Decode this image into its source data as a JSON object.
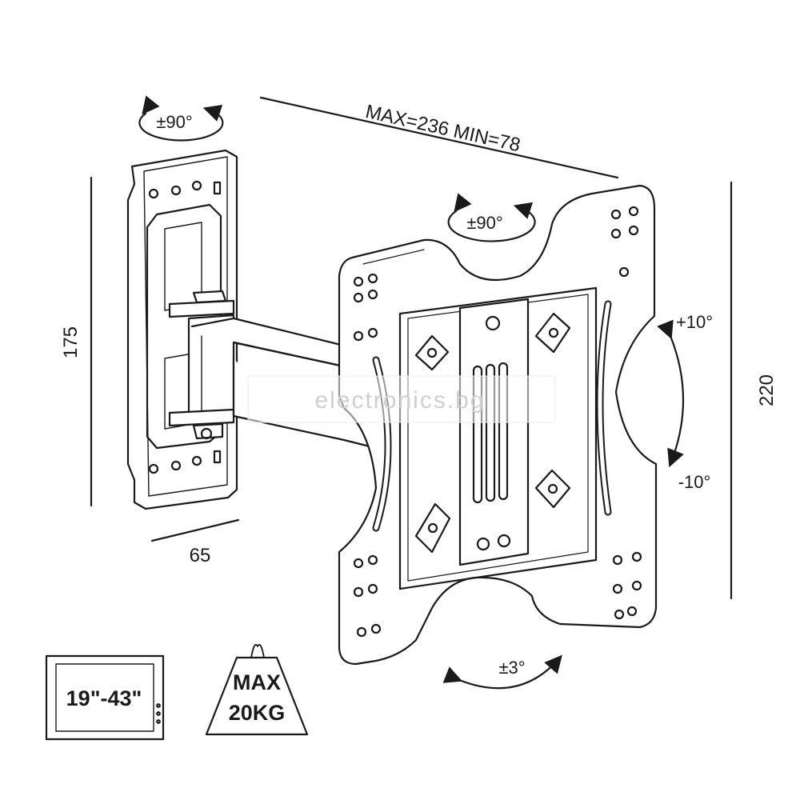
{
  "watermark": "electronics.bg",
  "dimensions": {
    "arm_extension": "MAX=236  MIN=78",
    "wall_plate_height": "175",
    "wall_plate_depth": "65",
    "tv_plate_height": "220"
  },
  "rotations": {
    "wall_swivel": "±90°",
    "plate_swivel": "±90°",
    "tilt_up": "+10°",
    "tilt_down": "-10°",
    "level_adjust": "±3°"
  },
  "specs": {
    "screen_size": "19\"-43\"",
    "load_line1": "MAX",
    "load_line2": "20KG"
  },
  "colors": {
    "line": "#1a1a1a",
    "background": "#ffffff",
    "watermark": "#cfcfcf"
  }
}
